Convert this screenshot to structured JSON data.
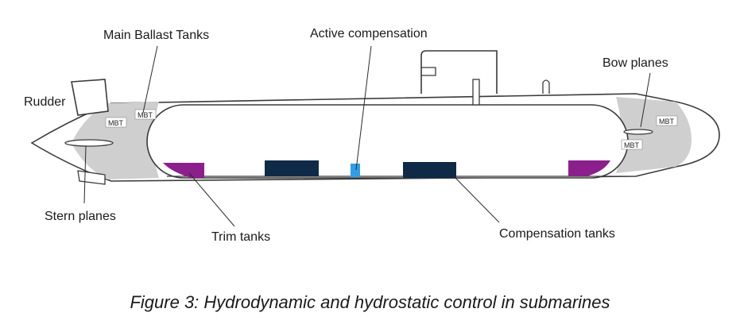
{
  "labels": {
    "main_ballast_tanks": "Main Ballast Tanks",
    "active_compensation": "Active compensation",
    "bow_planes": "Bow planes",
    "rudder": "Rudder",
    "stern_planes": "Stern planes",
    "trim_tanks": "Trim tanks",
    "compensation_tanks": "Compensation tanks"
  },
  "tank_tags": {
    "mbt": "MBT"
  },
  "caption": "Figure 3: Hydrodynamic and hydrostatic control in submarines",
  "colors": {
    "hull_outline": "#3a3a3a",
    "ballast_fill": "#cfcfcf",
    "trim_tank": "#8b1f8b",
    "compensation_tank": "#0f2a47",
    "active_compensation": "#2e9ee8"
  }
}
